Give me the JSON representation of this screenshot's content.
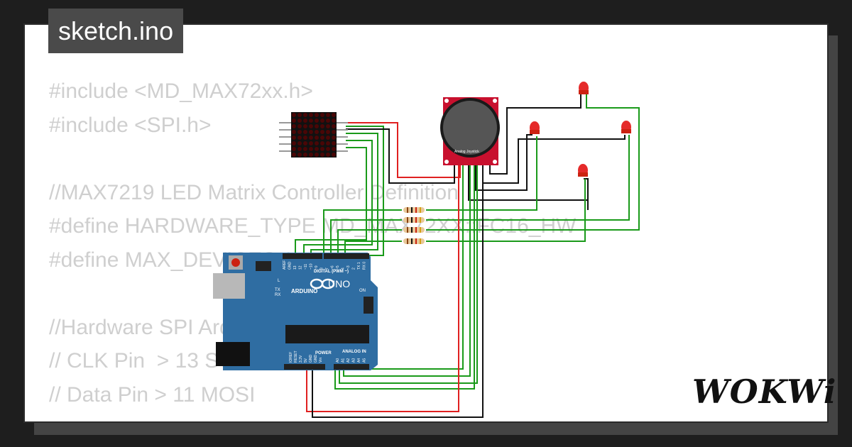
{
  "title": "sketch.ino",
  "brand": "WOKWi",
  "code_lines": [
    "#include <MD_MAX72xx.h>",
    "#include <SPI.h>",
    "",
    "//MAX7219 LED Matrix Controller Definition",
    "#define HARDWARE_TYPE MD_MAX72XX::FC16_HW",
    "#define MAX_DEVICES 1",
    "",
    "//Hardware SPI Arduino UNO",
    "// CLK Pin  > 13 SCK",
    "// Data Pin > 11 MOSI"
  ],
  "board": {
    "brand": "ARDUINO",
    "model": "UNO",
    "digital_label": "DIGITAL (PWM ~)",
    "analog_label": "ANALOG IN",
    "power_label": "POWER",
    "on_label": "ON",
    "l_label": "L",
    "tx_label": "TX",
    "rx_label": "RX",
    "top_pins": [
      "AREF",
      "GND",
      "13",
      "12",
      "~11",
      "~10",
      "~9",
      "8",
      "7",
      "~6",
      "~5",
      "4",
      "~3",
      "2",
      "TX 1",
      "RX 0"
    ],
    "power_pins": [
      "IOREF",
      "RESET",
      "3.3V",
      "5V",
      "GND",
      "GND",
      "Vin"
    ],
    "analog_pins": [
      "A0",
      "A1",
      "A2",
      "A3",
      "A4",
      "A5"
    ]
  },
  "joystick": {
    "label": "Analog Joystick"
  },
  "colors": {
    "background": "#1e1e1e",
    "card": "#ffffff",
    "code_text": "#cfcfcf",
    "badge_bg": "#4a4a4a",
    "board_blue": "#2f6da2",
    "wire_green": "#1a9a1a",
    "wire_red": "#e02020",
    "wire_black": "#111111",
    "led_red": "#e52a2a",
    "joystick_pcb": "#c8102e"
  }
}
